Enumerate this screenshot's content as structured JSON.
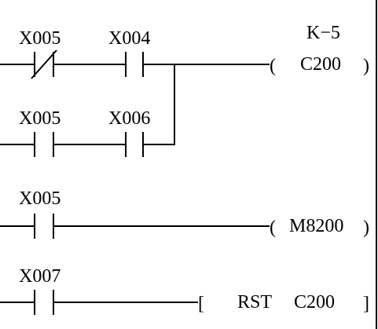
{
  "rungs": [
    {
      "contacts": [
        {
          "label": "X005",
          "type": "normally-closed"
        },
        {
          "label": "X004",
          "type": "normally-open"
        }
      ],
      "coil": {
        "operand": "C200",
        "setting": "K−5",
        "type": "counter-coil"
      }
    },
    {
      "contacts": [
        {
          "label": "X005",
          "type": "normally-open"
        },
        {
          "label": "X006",
          "type": "normally-open"
        }
      ],
      "branch_of_rung": 1
    },
    {
      "contacts": [
        {
          "label": "X005",
          "type": "normally-open"
        }
      ],
      "coil": {
        "operand": "M8200",
        "type": "coil"
      }
    },
    {
      "contacts": [
        {
          "label": "X007",
          "type": "normally-open"
        }
      ],
      "instruction": {
        "mnemonic": "RST",
        "operand": "C200",
        "type": "reset-instruction"
      }
    }
  ]
}
